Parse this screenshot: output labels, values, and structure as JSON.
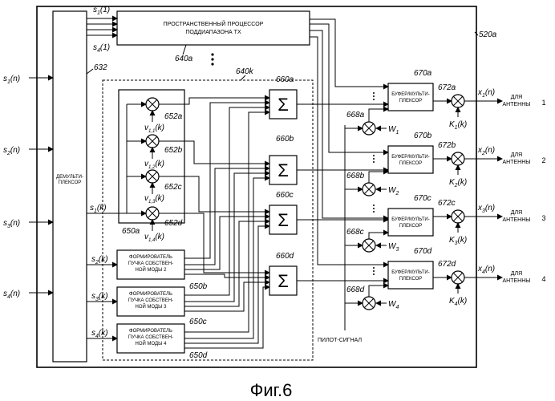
{
  "figure": {
    "caption": "Фиг.6",
    "outer_label": "520a",
    "demux": {
      "label_lines": [
        "ДЕМУЛЬТИ-",
        "ПЛЕКСОР"
      ],
      "ref": "632"
    },
    "inputs": [
      {
        "sym": "s",
        "sub": "1",
        "arg": "(n)"
      },
      {
        "sym": "s",
        "sub": "2",
        "arg": "(n)"
      },
      {
        "sym": "s",
        "sub": "3",
        "arg": "(n)"
      },
      {
        "sym": "s",
        "sub": "4",
        "arg": "(n)"
      }
    ],
    "tx_processor": {
      "title_line1": "ПРОСТРАНСТВЕННЫЙ ПРОЦЕССОР",
      "title_line2": "ПОДДИАПАЗОНА TX",
      "ref": "640a",
      "in_top": {
        "sym": "s",
        "sub": "1",
        "arg": "(1)"
      },
      "in_bottom": {
        "sym": "s",
        "sub": "4",
        "arg": "(1)"
      }
    },
    "processor_k_ref": "640k",
    "beamformer_block_ref": "650a",
    "bf_input": {
      "sym": "s",
      "sub": "1",
      "arg": "(k)"
    },
    "multipliers": [
      {
        "ref": "652a",
        "v": "v",
        "sub": "1,1",
        "arg": "(k)"
      },
      {
        "ref": "652b",
        "v": "v",
        "sub": "1,2",
        "arg": "(k)"
      },
      {
        "ref": "652c",
        "v": "v",
        "sub": "1,3",
        "arg": "(k)"
      },
      {
        "ref": "652d",
        "v": "v",
        "sub": "1,4",
        "arg": "(k)"
      }
    ],
    "beamformers": [
      {
        "in": {
          "sym": "s",
          "sub": "2",
          "arg": "(k)"
        },
        "lines": [
          "ФОРМИРОВАТЕЛЬ",
          "ПУЧКА СОБСТВЕН-",
          "НОЙ МОДЫ 2"
        ],
        "ref": "650b"
      },
      {
        "in": {
          "sym": "s",
          "sub": "3",
          "arg": "(k)"
        },
        "lines": [
          "ФОРМИРОВАТЕЛЬ",
          "ПУЧКА СОБСТВЕН-",
          "НОЙ МОДЫ 3"
        ],
        "ref": "650c"
      },
      {
        "in": {
          "sym": "s",
          "sub": "4",
          "arg": "(k)"
        },
        "lines": [
          "ФОРМИРОВАТЕЛЬ",
          "ПУЧКА СОБСТВЕН-",
          "НОЙ МОДЫ 4"
        ],
        "ref": "650d"
      }
    ],
    "summers": [
      {
        "ref": "660a",
        "symbol": "Σ"
      },
      {
        "ref": "660b",
        "symbol": "Σ"
      },
      {
        "ref": "660c",
        "symbol": "Σ"
      },
      {
        "ref": "660d",
        "symbol": "Σ"
      }
    ],
    "buffers": [
      {
        "ref": "670a",
        "lines": [
          "БУФЕР/МУЛЬТИ-",
          "ПЛЕКСОР"
        ]
      },
      {
        "ref": "670b",
        "lines": [
          "БУФЕР/МУЛЬТИ-",
          "ПЛЕКСОР"
        ]
      },
      {
        "ref": "670c",
        "lines": [
          "БУФЕР/МУЛЬТИ-",
          "ПЛЕКСОР"
        ]
      },
      {
        "ref": "670d",
        "lines": [
          "БУФЕР/МУЛЬТИ-",
          "ПЛЕКСОР"
        ]
      }
    ],
    "pilot_mults": [
      {
        "ref": "668a",
        "w": "W",
        "sub": "1"
      },
      {
        "ref": "668b",
        "w": "W",
        "sub": "2"
      },
      {
        "ref": "668c",
        "w": "W",
        "sub": "3"
      },
      {
        "ref": "668d",
        "w": "W",
        "sub": "4"
      }
    ],
    "output_mults": [
      {
        "ref": "672a",
        "k": "K",
        "sub": "1",
        "arg": "(k)"
      },
      {
        "ref": "672b",
        "k": "K",
        "sub": "2",
        "arg": "(k)"
      },
      {
        "ref": "672c",
        "k": "K",
        "sub": "3",
        "arg": "(k)"
      },
      {
        "ref": "672d",
        "k": "K",
        "sub": "4",
        "arg": "(k)"
      }
    ],
    "outputs": [
      {
        "sym": "x",
        "sub": "1",
        "arg": "(n)",
        "to1": "ДЛЯ",
        "to2": "АНТЕННЫ",
        "num": "1"
      },
      {
        "sym": "x",
        "sub": "2",
        "arg": "(n)",
        "to1": "ДЛЯ",
        "to2": "АНТЕННЫ",
        "num": "2"
      },
      {
        "sym": "x",
        "sub": "3",
        "arg": "(n)",
        "to1": "ДЛЯ",
        "to2": "АНТЕННЫ",
        "num": "3"
      },
      {
        "sym": "x",
        "sub": "4",
        "arg": "(n)",
        "to1": "ДЛЯ",
        "to2": "АНТЕННЫ",
        "num": "4"
      }
    ],
    "pilot_label": "ПИЛОТ-СИГНАЛ"
  }
}
